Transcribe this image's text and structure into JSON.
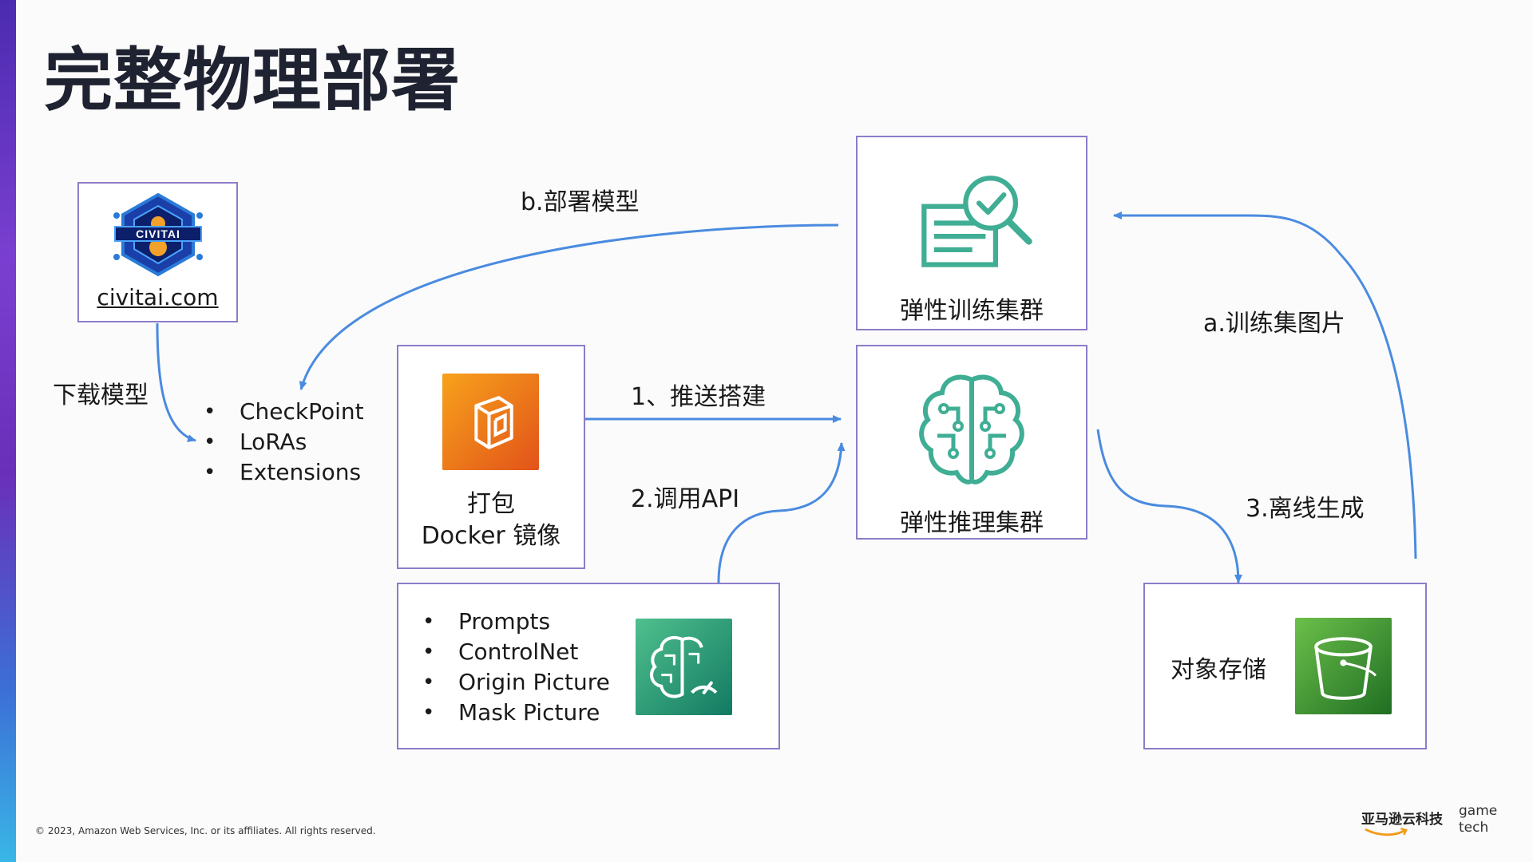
{
  "title": "完整物理部署",
  "civitai": {
    "logo_text": "CIVITAI",
    "site": "civitai.com"
  },
  "download_label": "下载模型",
  "model_types": [
    "CheckPoint",
    "LoRAs",
    "Extensions"
  ],
  "deploy_label": "b.部署模型",
  "docker_box": {
    "line1": "打包",
    "line2": "Docker 镜像"
  },
  "push_label": "1、推送搭建",
  "invoke_label": "2.调用API",
  "train_cluster": "弹性训练集群",
  "infer_cluster": "弹性推理集群",
  "train_images_label": "a.训练集图片",
  "offline_label": "3.离线生成",
  "object_storage": "对象存储",
  "inputs": [
    "Prompts",
    "ControlNet",
    "Origin Picture",
    "Mask Picture"
  ],
  "footer": {
    "copyright": "© 2023, Amazon Web Services, Inc. or its affiliates. All rights reserved.",
    "brand_cn": "亚马逊云科技",
    "brand_game": "game",
    "brand_tech": "tech"
  },
  "colors": {
    "arrow": "#4a8be0",
    "box_border": "#8d7cc9",
    "teal": "#3fae94",
    "orange": "#f27a12",
    "green": "#3d9a2f"
  }
}
